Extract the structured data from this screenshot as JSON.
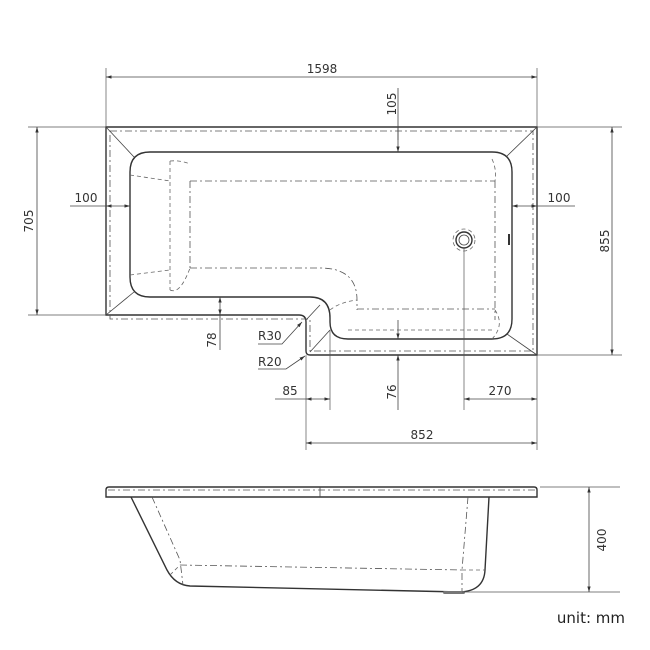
{
  "dimensions": {
    "overall_length": "1598",
    "rim_top": "105",
    "rim_left": "100",
    "rim_right": "100",
    "narrow_width": "705",
    "wide_width": "855",
    "step_rim": "78",
    "radius_inner": "R30",
    "radius_outer": "R20",
    "step_offset": "85",
    "front_rim": "76",
    "drain_offset": "270",
    "wide_length": "852",
    "height": "400"
  },
  "unit_label": "unit: mm"
}
